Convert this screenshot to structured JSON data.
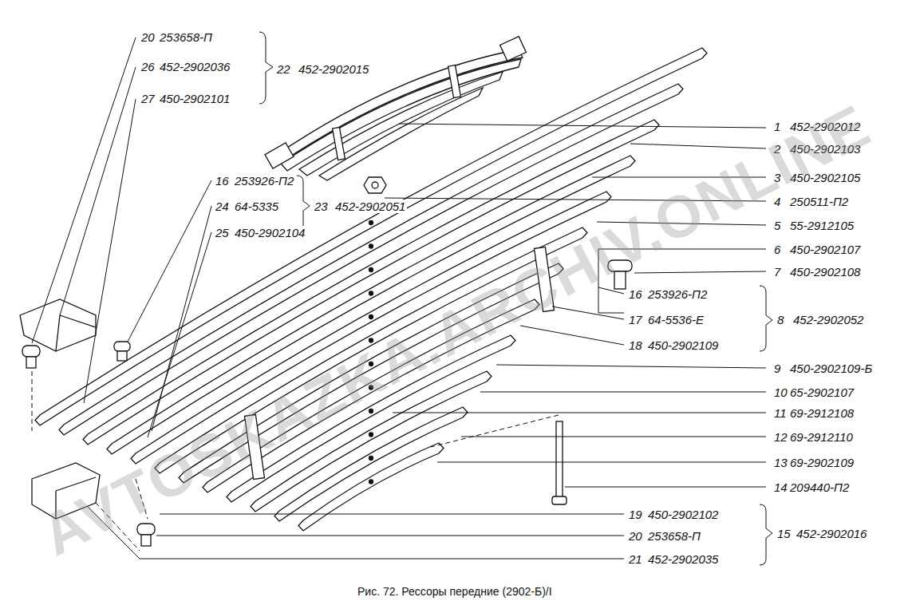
{
  "diagram": {
    "caption": "Рис. 72. Рессоры передние (2902-Б)/I",
    "labels": [
      "20",
      "253658-П",
      "26",
      "452-2902036",
      "27",
      "450-2902101",
      "22",
      "452-2902015",
      "16",
      "253926-П2",
      "24",
      "64-5335",
      "23",
      "452-2902051",
      "25",
      "450-2902104",
      "1",
      "452-2902012",
      "2",
      "450-2902103",
      "3",
      "450-2902105",
      "4",
      "250511-П2",
      "5",
      "55-2912105",
      "6",
      "450-2902107",
      "7",
      "450-2902108",
      "16",
      "253926-П2",
      "17",
      "64-5536-Е",
      "8",
      "452-2902052",
      "18",
      "450-2902109",
      "9",
      "450-2902109-Б",
      "10",
      "65-2902107",
      "11",
      "69-2912108",
      "12",
      "69-2912110",
      "13",
      "69-2902109",
      "14",
      "209440-П2",
      "19",
      "450-2902102",
      "15",
      "452-2902016",
      "20",
      "253658-П",
      "21",
      "452-2902035",
      "AVTOSKAZKA.ARCHIV.ONLINE"
    ]
  }
}
